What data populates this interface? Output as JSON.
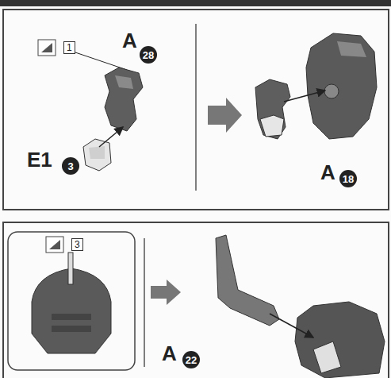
{
  "diagram": {
    "labels": [
      "1",
      "A",
      "28",
      "E1",
      "3",
      "A",
      "18",
      "3",
      "A",
      "22"
    ]
  }
}
